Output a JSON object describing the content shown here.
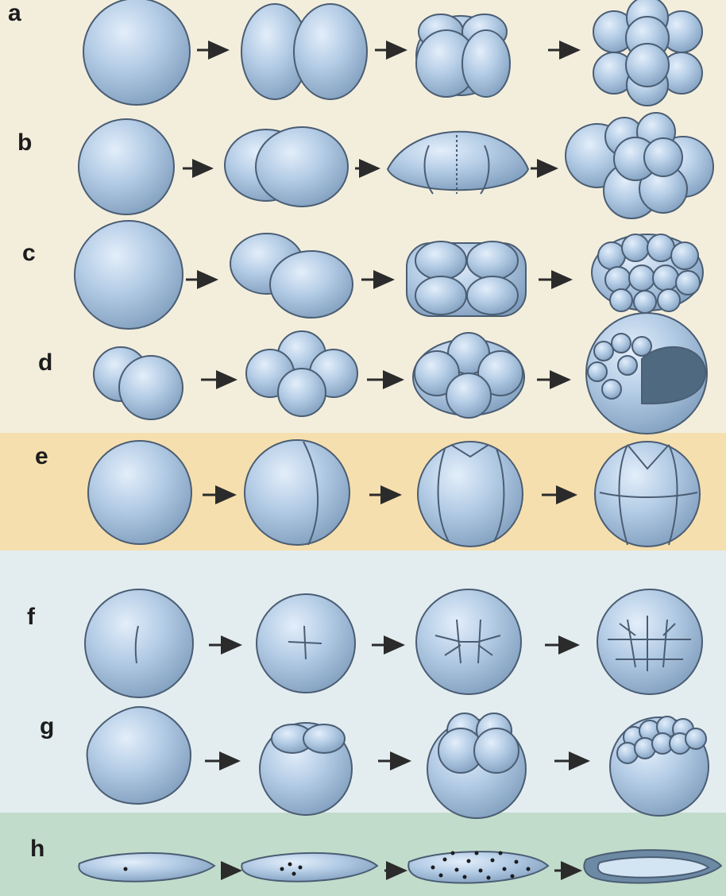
{
  "rows": [
    {
      "label": "a"
    },
    {
      "label": "b"
    },
    {
      "label": "c"
    },
    {
      "label": "d"
    },
    {
      "label": "e"
    },
    {
      "label": "f"
    },
    {
      "label": "g"
    },
    {
      "label": "h"
    }
  ],
  "colors": {
    "cell_fill": "#a9c4de",
    "cell_stroke": "#4a5d73",
    "arrow": "#2b2b2b",
    "yolk_dark": "#4f6a80"
  }
}
